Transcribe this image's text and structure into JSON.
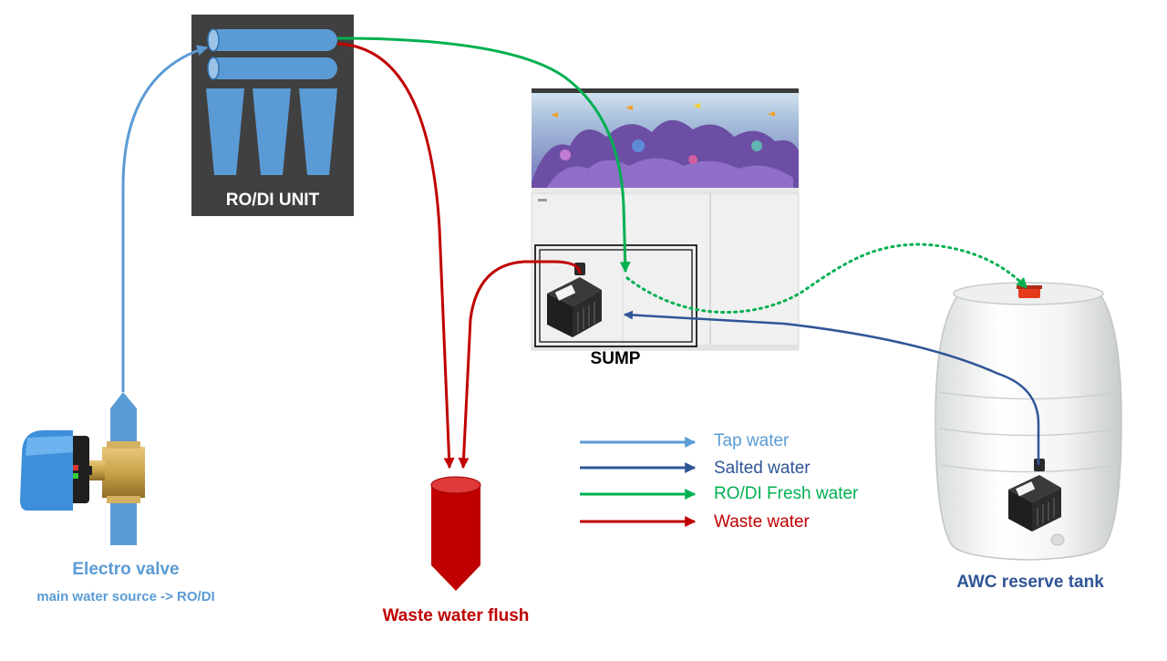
{
  "nodes": {
    "ro_unit": {
      "label": "RO/DI UNIT"
    },
    "sump": {
      "label": "SUMP"
    },
    "electro_valve": {
      "label": "Electro valve",
      "sublabel": "main water source -> RO/DI"
    },
    "waste_flush": {
      "label": "Waste water flush"
    },
    "awc_tank": {
      "label": "AWC reserve tank"
    }
  },
  "legend": [
    {
      "label": "Tap water",
      "color": "#5b9bd5"
    },
    {
      "label": "Salted water",
      "color": "#2f5597"
    },
    {
      "label": "RO/DI Fresh water",
      "color": "#00b050"
    },
    {
      "label": "Waste water",
      "color": "#c00000"
    }
  ],
  "colors": {
    "tap_water": "#5b9bd5",
    "salted_water": "#2f5597",
    "fresh_water": "#00b050",
    "waste_water": "#c00000",
    "ro_unit_bg": "#404040"
  },
  "icons": [
    "aquarium-image",
    "pump-icon",
    "electro-valve-icon",
    "barrel-tank-icon",
    "filter-cartridge-icon"
  ]
}
